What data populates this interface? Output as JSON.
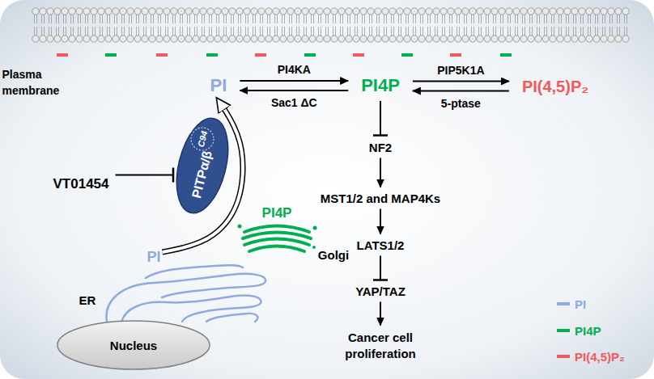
{
  "diagram": {
    "nodes": [
      {
        "text": [
          "PI"
        ]
      },
      {
        "text": [
          "PI4P"
        ]
      },
      {
        "text": [
          "PI(4,5)P₂"
        ]
      },
      {
        "text": [
          "NF2"
        ]
      },
      {
        "text": [
          "MST1/2 and MAP4Ks"
        ]
      },
      {
        "text": [
          "LATS1/2"
        ]
      },
      {
        "text": [
          "YAP/TAZ"
        ]
      },
      {
        "text": [
          "Cancer cell proliferation"
        ]
      },
      {
        "text": [
          "VT01454"
        ]
      },
      {
        "text": [
          "PITPα/β"
        ]
      },
      {
        "text": [
          "C94"
        ],
        "in": 9
      },
      {
        "text": [
          "PI"
        ]
      },
      {
        "text": [
          "Nucleus"
        ]
      }
    ],
    "edges": [
      {
        "from": 0,
        "to": 1,
        "arrow": "to",
        "label": "PI4KA"
      },
      {
        "from": 1,
        "to": 0,
        "arrow": "to",
        "label": "Sac1 ΔC"
      },
      {
        "from": 1,
        "to": 2,
        "arrow": "to",
        "label": "PIP5K1A"
      },
      {
        "from": 2,
        "to": 1,
        "arrow": "to",
        "label": "5-ptase"
      },
      {
        "from": 1,
        "to": 3,
        "arrow": "to"
      },
      {
        "from": 3,
        "to": 4,
        "arrow": "to"
      },
      {
        "from": 4,
        "to": 5,
        "arrow": "to"
      },
      {
        "from": 5,
        "to": 6,
        "arrow": "to"
      },
      {
        "from": 6,
        "to": 7,
        "arrow": "to"
      },
      {
        "from": 8,
        "to": 9,
        "arrow": "to"
      },
      {
        "from": 11,
        "to": 0,
        "arrow": "to"
      }
    ],
    "labels": [
      "Plasma membrane",
      "ER",
      "PI4P",
      "Golgi"
    ],
    "legend": [
      {
        "text": "PI",
        "color": "#8faadc"
      },
      {
        "text": "PI4P",
        "color": "#00b050"
      },
      {
        "text": "PI(4,5)P₂",
        "color": "#f15a5a"
      }
    ]
  }
}
